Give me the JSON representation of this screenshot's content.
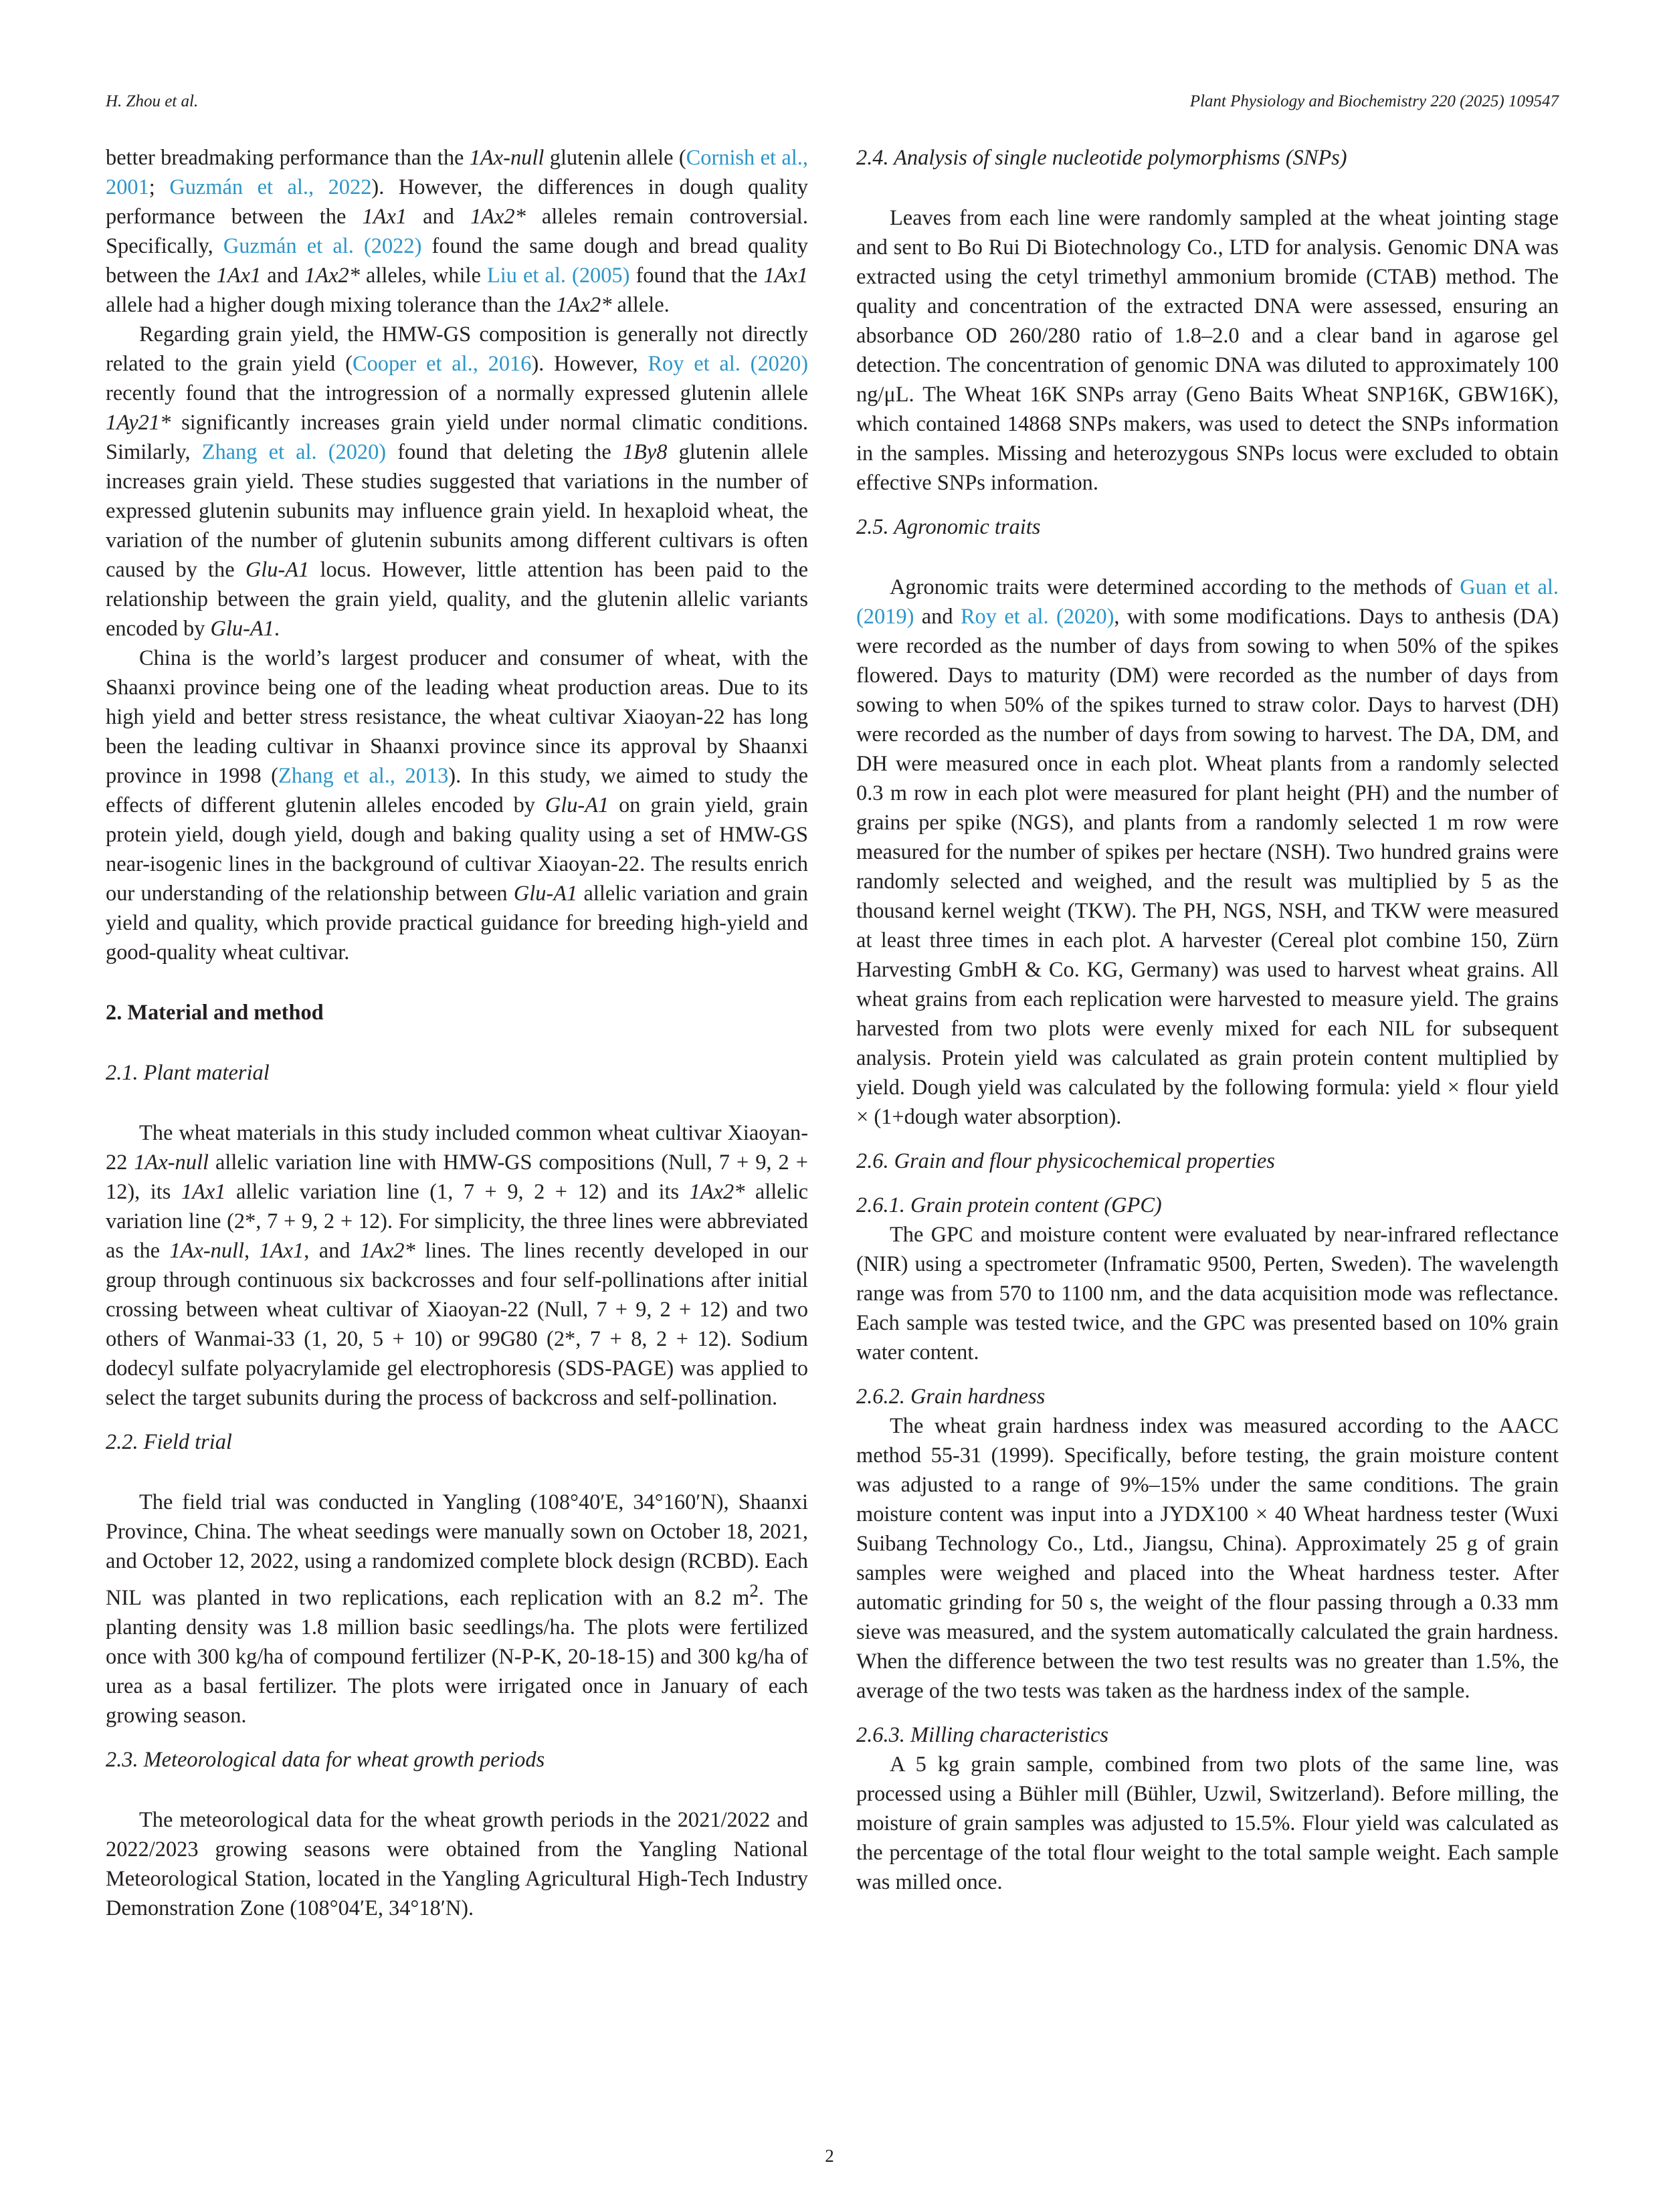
{
  "header": {
    "authors": "H. Zhou et al.",
    "journal": "Plant Physiology and Biochemistry 220 (2025) 109547"
  },
  "left_column": {
    "p1": {
      "t1": "better breadmaking performance than the ",
      "i1": "1Ax-null",
      "t2": " glutenin allele (",
      "l1": "Cornish et al., 2001",
      "t3": "; ",
      "l2": "Guzmán et al., 2022",
      "t4": "). However, the differences in dough quality performance between the ",
      "i2": "1Ax1",
      "t5": " and ",
      "i3": "1Ax2*",
      "t6": " alleles remain controversial. Specifically, ",
      "l3": "Guzmán et al. (2022)",
      "t7": " found the same dough and bread quality between the ",
      "i4": "1Ax1",
      "t8": " and ",
      "i5": "1Ax2*",
      "t9": " alleles, while ",
      "l4": "Liu et al. (2005)",
      "t10": " found that the ",
      "i6": "1Ax1",
      "t11": " allele had a higher dough mixing tolerance than the ",
      "i7": "1Ax2*",
      "t12": " allele."
    },
    "p2": {
      "t1": "Regarding grain yield, the HMW-GS composition is generally not directly related to the grain yield (",
      "l1": "Cooper et al., 2016",
      "t2": "). However, ",
      "l2": "Roy et al. (2020)",
      "t3": " recently found that the introgression of a normally expressed glutenin allele ",
      "i1": "1Ay21*",
      "t4": " significantly increases grain yield under normal climatic conditions. Similarly, ",
      "l3": "Zhang et al. (2020)",
      "t5": " found that deleting the ",
      "i2": "1By8",
      "t6": " glutenin allele increases grain yield. These studies suggested that variations in the number of expressed glutenin subunits may influence grain yield. In hexaploid wheat, the variation of the number of glutenin subunits among different cultivars is often caused by the ",
      "i3": "Glu-A1",
      "t7": " locus. However, little attention has been paid to the relationship between the grain yield, quality, and the glutenin allelic variants encoded by ",
      "i4": "Glu-A1",
      "t8": "."
    },
    "p3": {
      "t1": "China is the world’s largest producer and consumer of wheat, with the Shaanxi province being one of the leading wheat production areas. Due to its high yield and better stress resistance, the wheat cultivar Xiaoyan-22 has long been the leading cultivar in Shaanxi province since its approval by Shaanxi province in 1998 (",
      "l1": "Zhang et al., 2013",
      "t2": "). In this study, we aimed to study the effects of different glutenin alleles encoded by ",
      "i1": "Glu-A1",
      "t3": " on grain yield, grain protein yield, dough yield, dough and baking quality using a set of HMW-GS near-isogenic lines in the background of cultivar Xiaoyan-22. The results enrich our understanding of the relationship between ",
      "i2": "Glu-A1",
      "t4": " allelic variation and grain yield and quality, which provide practical guidance for breeding high-yield and good-quality wheat cultivar."
    },
    "s2_heading": "2.  Material and method",
    "s21_heading": "2.1.  Plant material",
    "s21_p": {
      "t1": "The wheat materials in this study included common wheat cultivar Xiaoyan-22 ",
      "i1": "1Ax-null",
      "t2": " allelic variation line with HMW-GS compositions (Null, 7 + 9, 2 + 12), its ",
      "i2": "1Ax1",
      "t3": " allelic variation line (1, 7 + 9, 2 + 12) and its ",
      "i3": "1Ax2*",
      "t4": " allelic variation line (2*, 7 + 9, 2 + 12). For simplicity, the three lines were abbreviated as the ",
      "i4": "1Ax-null",
      "t5": ", ",
      "i5": "1Ax1",
      "t6": ", and ",
      "i6": "1Ax2*",
      "t7": " lines. The lines recently developed in our group through continuous six backcrosses and four self-pollinations after initial crossing between wheat cultivar of Xiaoyan-22 (Null, 7 + 9, 2 + 12) and two others of Wanmai-33 (1, 20, 5 + 10) or 99G80 (2*, 7 + 8, 2 + 12). Sodium dodecyl sulfate polyacrylamide gel electrophoresis (SDS-PAGE) was applied to select the target subunits during the process of backcross and self-pollination."
    },
    "s22_heading": "2.2.  Field trial",
    "s22_p": {
      "t1": "The field trial was conducted in Yangling (108°40′E, 34°160′N), Shaanxi Province, China. The wheat seedings were manually sown on October 18, 2021, and October 12, 2022, using a randomized complete block design (RCBD). Each NIL was planted in two replications, each replication with an 8.2 m",
      "sup": "2",
      "t2": ". The planting density was 1.8 million basic seedlings/ha. The plots were fertilized once with 300 kg/ha of compound fertilizer (N-P-K, 20-18-15) and 300 kg/ha of urea as a basal fertilizer. The plots were irrigated once in January of each growing season."
    },
    "s23_heading": "2.3.  Meteorological data for wheat growth periods",
    "s23_p": "The meteorological data for the wheat growth periods in the 2021/2022 and 2022/2023 growing seasons were obtained from the Yangling National Meteorological Station, located in the Yangling Agricultural High-Tech Industry Demonstration Zone (108°04′E, 34°18′N)."
  },
  "right_column": {
    "s24_heading": "2.4.  Analysis of single nucleotide polymorphisms (SNPs)",
    "s24_p": "Leaves from each line were randomly sampled at the wheat jointing stage and sent to Bo Rui Di Biotechnology Co., LTD for analysis. Genomic DNA was extracted using the cetyl trimethyl ammonium bromide (CTAB) method. The quality and concentration of the extracted DNA were assessed, ensuring an absorbance OD 260/280 ratio of 1.8–2.0 and a clear band in agarose gel detection. The concentration of genomic DNA was diluted to approximately 100 ng/μL. The Wheat 16K SNPs array (Geno Baits Wheat SNP16K, GBW16K), which contained 14868 SNPs makers, was used to detect the SNPs information in the samples. Missing and heterozygous SNPs locus were excluded to obtain effective SNPs information.",
    "s25_heading": "2.5.  Agronomic traits",
    "s25_p": {
      "t1": "Agronomic traits were determined according to the methods of ",
      "l1": "Guan et al. (2019)",
      "t2": " and ",
      "l2": "Roy et al. (2020)",
      "t3": ", with some modifications. Days to anthesis (DA) were recorded as the number of days from sowing to when 50% of the spikes flowered. Days to maturity (DM) were recorded as the number of days from sowing to when 50% of the spikes turned to straw color. Days to harvest (DH) were recorded as the number of days from sowing to harvest. The DA, DM, and DH were measured once in each plot. Wheat plants from a randomly selected 0.3 m row in each plot were measured for plant height (PH) and the number of grains per spike (NGS), and plants from a randomly selected 1 m row were measured for the number of spikes per hectare (NSH). Two hundred grains were randomly selected and weighed, and the result was multiplied by 5 as the thousand kernel weight (TKW). The PH, NGS, NSH, and TKW were measured at least three times in each plot. A harvester (Cereal plot combine 150, Zürn Harvesting GmbH & Co. KG, Germany) was used to harvest wheat grains. All wheat grains from each replication were harvested to measure yield. The grains harvested from two plots were evenly mixed for each NIL for subsequent analysis. Protein yield was calculated as grain protein content multiplied by yield. Dough yield was calculated by the following formula: yield × flour yield × (1+dough water absorption)."
    },
    "s26_heading": "2.6.  Grain and flour physicochemical properties",
    "s261_heading": "2.6.1.  Grain protein content (GPC)",
    "s261_p": "The GPC and moisture content were evaluated by near-infrared reflectance (NIR) using a spectrometer (Inframatic 9500, Perten, Sweden). The wavelength range was from 570 to 1100 nm, and the data acquisition mode was reflectance. Each sample was tested twice, and the GPC was presented based on 10% grain water content.",
    "s262_heading": "2.6.2.  Grain hardness",
    "s262_p": "The wheat grain hardness index was measured according to the AACC method 55-31 (1999). Specifically, before testing, the grain moisture content was adjusted to a range of 9%–15% under the same conditions. The grain moisture content was input into a JYDX100 × 40 Wheat hardness tester (Wuxi Suibang Technology Co., Ltd., Jiangsu, China). Approximately 25 g of grain samples were weighed and placed into the Wheat hardness tester. After automatic grinding for 50 s, the weight of the flour passing through a 0.33 mm sieve was measured, and the system automatically calculated the grain hardness. When the difference between the two test results was no greater than 1.5%, the average of the two tests was taken as the hardness index of the sample.",
    "s263_heading": "2.6.3.  Milling characteristics",
    "s263_p": "A 5 kg grain sample, combined from two plots of the same line, was processed using a Bühler mill (Bühler, Uzwil, Switzerland). Before milling, the moisture of grain samples was adjusted to 15.5%. Flour yield was calculated as the percentage of the total flour weight to the total sample weight. Each sample was milled once."
  },
  "footer": {
    "page_number": "2"
  },
  "colors": {
    "text": "#231f20",
    "link": "#2b95c8",
    "background": "#ffffff"
  }
}
